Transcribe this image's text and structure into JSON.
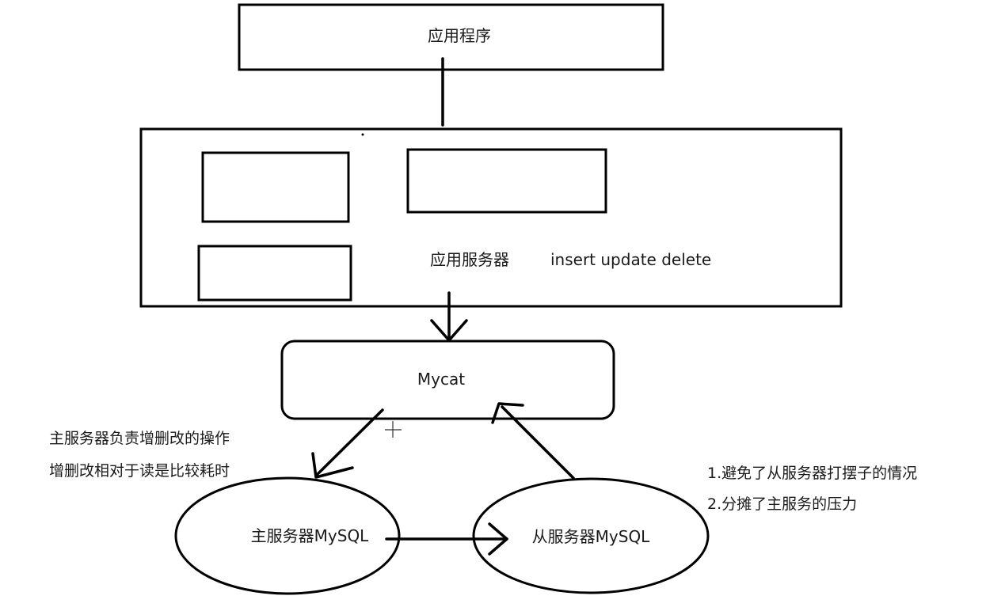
{
  "nodes": {
    "app": {
      "label": "应用程序"
    },
    "app_server": {
      "label": "应用服务器",
      "operations": "insert update delete"
    },
    "mycat": {
      "label": "Mycat"
    },
    "master": {
      "label": "主服务器MySQL"
    },
    "slave": {
      "label": "从服务器MySQL"
    }
  },
  "notes": {
    "left": [
      "主服务器负责增删改的操作",
      "增删改相对于读是比较耗时"
    ],
    "right": [
      "1.避免了从服务器打摆子的情况",
      "2.分摊了主服务的压力"
    ]
  },
  "colors": {
    "stroke": "#000000",
    "background": "#ffffff"
  }
}
